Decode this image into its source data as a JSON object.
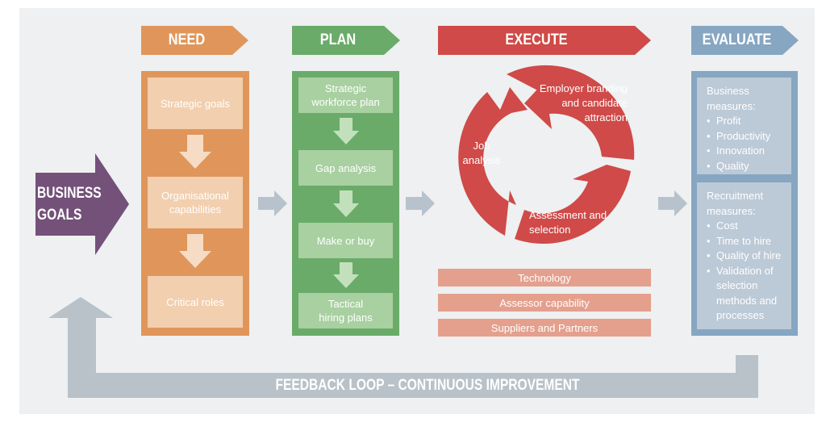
{
  "goals": {
    "line1": "BUSINESS",
    "line2": "GOALS"
  },
  "need": {
    "header": "NEED",
    "items": [
      "Strategic goals",
      "Organisational capabilities",
      "Critical roles"
    ]
  },
  "plan": {
    "header": "PLAN",
    "items": [
      "Strategic workforce plan",
      "Gap analysis",
      "Make or buy",
      "Tactical hiring plans"
    ]
  },
  "execute": {
    "header": "EXECUTE",
    "cycle": [
      "Employer branding and candidate attraction",
      "Assessment and selection",
      "Job analysis"
    ],
    "bars": [
      "Technology",
      "Assessor capability",
      "Suppliers and Partners"
    ]
  },
  "evaluate": {
    "header": "EVALUATE",
    "business": {
      "title": "Business measures:",
      "items": [
        "Profit",
        "Productivity",
        "Innovation",
        "Quality"
      ]
    },
    "recruitment": {
      "title": "Recruitment measures:",
      "items": [
        "Cost",
        "Time to hire",
        "Quality of hire",
        "Validation of selection methods and processes"
      ]
    }
  },
  "feedback": "FEEDBACK LOOP – CONTINUOUS IMPROVEMENT",
  "colors": {
    "need": "#e0965a",
    "need_box": "#f2cfae",
    "need_arrow": "#f6dcc5",
    "plan": "#6aab6a",
    "plan_box": "#a8d0a0",
    "plan_arrow": "#c3e0bd",
    "execute": "#cf4a48",
    "execute_bar": "#e4a08d",
    "evaluate": "#86a6c2",
    "evaluate_box": "#bcc9d6",
    "goals": "#735179",
    "connector": "#b7c2cc",
    "feedback": "#b9c2c9"
  }
}
